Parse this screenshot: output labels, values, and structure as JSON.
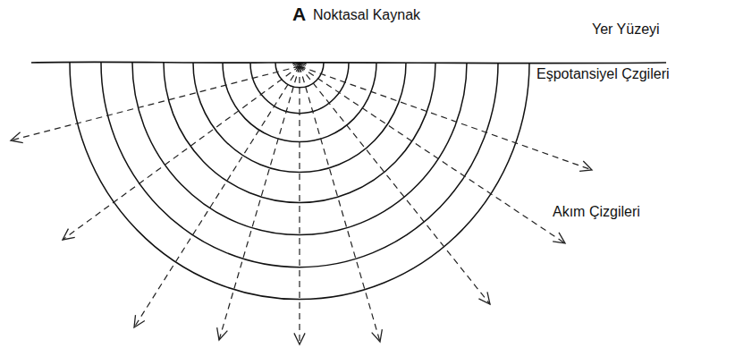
{
  "diagram": {
    "labels": [
      "A",
      "Noktasal Kaynak",
      "Yer Yüzeyi",
      "Eşpotansiyel Çzgileri",
      "Akım Çizgileri"
    ]
  }
}
